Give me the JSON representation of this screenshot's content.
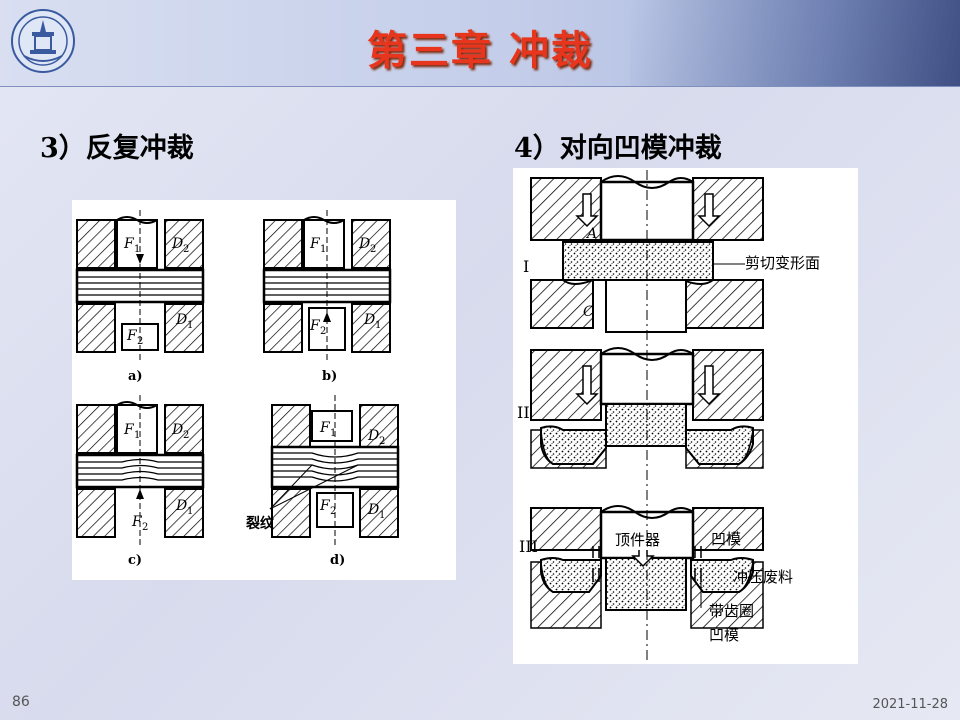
{
  "header": {
    "title": "第三章  冲裁"
  },
  "sections": [
    {
      "heading": "3）反复冲裁"
    },
    {
      "heading": "4）对向凹模冲裁"
    }
  ],
  "left_figure": {
    "sublabels": [
      "a)",
      "b)",
      "c)",
      "d)"
    ],
    "force_top": "F",
    "force_top_sub": "1",
    "force_bottom": "F",
    "force_bottom_sub": "2",
    "die_top": "D",
    "die_top_sub": "2",
    "die_bottom": "D",
    "die_bottom_sub": "1",
    "crack_label": "裂纹"
  },
  "right_figure": {
    "stages": [
      "I",
      "II",
      "III"
    ],
    "point_a": "A",
    "point_c": "C",
    "callouts": {
      "shear_surface": "剪切变形面",
      "ejector": "顶件器",
      "die_top": "凹模",
      "scrap": "冲压废料",
      "toothed_ring": "带齿圈",
      "die_bottom": "凹模"
    }
  },
  "footer": {
    "page_number": "86",
    "date": "2021-11-28"
  }
}
